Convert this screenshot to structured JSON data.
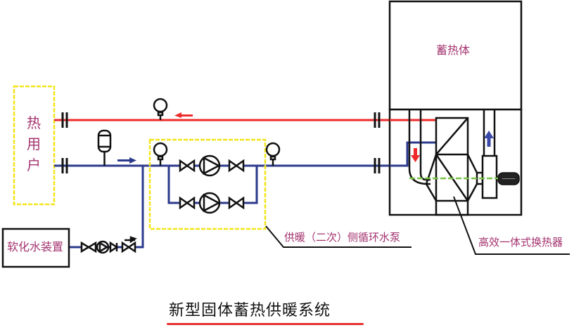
{
  "title": "新型固体蓄热供暖系统",
  "colors": {
    "supply_pipe": "#ee2a2a",
    "return_pipe": "#2b3a8c",
    "dashed_box": "#f2e51a",
    "label_text": "#a3336f",
    "green_line": "#7ac143",
    "outline": "#111111"
  },
  "labels": {
    "heat_user": "热用户",
    "heat_storage": "蓄热体",
    "water_softener": "软化水装置",
    "circulation_pump": "供暖（二次）侧循环水泵",
    "heat_exchanger": "高效一体式换热器"
  },
  "components": {
    "pressure_gauges": 3,
    "pumps": 3,
    "expansion_tank": 1,
    "flanges": 4
  }
}
